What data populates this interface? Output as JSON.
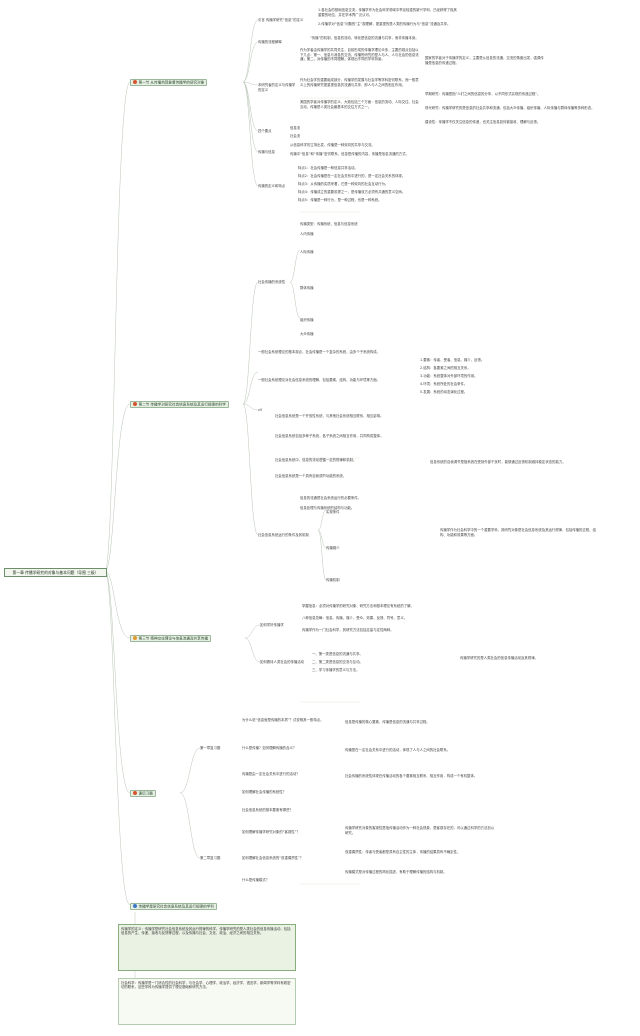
{
  "root": "第一章 传播学研究的对象与基本问题（导图 三级）",
  "sections": [
    {
      "label": "第一节 从传播热现象看传播学的研究对象",
      "color": "#d6552e"
    },
    {
      "label": "第二节 传播学对研究社会信息系统及其运行规律的科学",
      "color": "#d6552e"
    },
    {
      "label": "第三节 精神交往理论与信息流通及共享传播",
      "color": "#e39a2c"
    },
    {
      "label": "课后习题",
      "color": "#d6552e"
    },
    {
      "label": "传播学是研究社会信息系统及其运行规律的学科",
      "color": "#3a78c9"
    }
  ],
  "s1": {
    "a": "引言 传播学研究“信息”的定义",
    "a_notes": [
      "1.各社会的基础信息交流，传播学作为社会科学领域中举足轻重的新兴学科，已经获得了极其重要的地位，并在学术界广泛认可。",
      "2.传播学对“信息”问题的“主”观理解，更重视的是人类的传播行为与“信息”流通及共享。"
    ],
    "b": "传播的流程解释",
    "b_note": "“传播”的机制，信息的流动、转化是信息的流通与共享，而非传播本身。",
    "c": "本研究者的定义与传播学的定义",
    "c_notes": [
      "作为学者由传播学的共同关注，目前形成的传播学理论众多，主要的观点包括以下几点：第一、信息与消息的交流，传播所研究的是人与人、人与社会的信息流通；第二、对传播的不同理解，体现出不同的学科背景。",
      "作为社会学的重要组成部分，传播学的发展与社会学等学科密切联系，而一般意义上的传播研究更重视信息的流通与共享，即人与人之间的相互作用。",
      "美国的学者对传播学的定义，大致包括三个方面：信息的流动、人际交往、社会互动，传播是人类社会最基本的交往方式之一。"
    ],
    "c_side": "国家的学者对于传播学的定义，主要是从信息的流通、交流的角度出发，强调传播是信息的传递过程。",
    "c_side2": [
      "早期研究：传播是指“人们之间的信息的分享，以不同形式实现的传递过程”。",
      "现代研究：传播学研究的是信息的社会共享和流通，包括大众传播、组织传播、人际传播与群体传播等多种形态。",
      "建设性：传播学不仅关注信息的传递，也关注信息如何被接收、理解与反馈。"
    ],
    "d": "四个要点",
    "d_items": [
      "信息流",
      "社会流"
    ],
    "e": "传播与信息",
    "e_notes": [
      "从信息科学的立场出发，传播是一种双向的共享与交流。",
      "传播中“信息”和“传播”密切联系，信息是传播的内容，传播是信息流通的方式。"
    ],
    "f": "传播的定义和特点",
    "f_notes": [
      "特点1：社会传播是一种信息共享活动。",
      "特点2：社会传播是在一定社会关系中进行的，是一定社会关系的体现。",
      "特点3：从传播的实质来看，它是一种双向的社会互动行为。",
      "特点4：传播成立的重要前提之一，是传播双方必须有共通的意义空间。",
      "特点5：传播是一种行为，是一种过程，也是一种系统。"
    ]
  },
  "s2": {
    "a": "社会传播的系统性",
    "a_items": [
      "传播类型：传播系统，信息与信息系统",
      "人内传播",
      "人际传播",
      "群体传播",
      "组织传播",
      "大众传播"
    ],
    "b_notes": [
      "一般社会系统理论的基本观点，社会传播是一个复杂的系统，由多个子系统构成。",
      "一般社会系统理论对社会信息系统的理解，包括要素、结构、功能与环境等方面。"
    ],
    "b_side": [
      "1.要素：传者、受者、信息、媒介、反馈。",
      "2.结构：各要素之间的相互关系。",
      "3.功能：系统整体对外部环境的作用。",
      "4.环境：系统所处的社会条件。",
      "5.发展：系统的动态演化过程。"
    ],
    "c": "v5",
    "c_notes": [
      "社会信息系统是一个开放性系统，与其他社会系统相互联系、相互影响。",
      "社会信息系统包括多种子系统，各子系统之间相互作用，共同构成整体。",
      "社会信息系统中，信息的流动遵循一定的规律和机制。",
      "社会信息系统是一个具有自我调节功能的系统。"
    ],
    "c_side": "信息系统的自我调节是指系统在受到外部干扰时，能够通过反馈机制维持稳定状态的能力。",
    "d": "社会信息系统运行的条件及其机制",
    "d_items": [
      "信息的流通是社会系统运行的必要条件。",
      "信息处理与传播系统的结构与功能。"
    ],
    "d_sub": [
      "实现条件",
      "传播媒介",
      "传播机制"
    ],
    "d_note": "传播学作为社会科学中的一个重要学科，其研究对象是社会信息系统及其运行规律，包括传播的过程、结构、功能和效果等方面。"
  },
  "s3": {
    "a": "如何学好传播学",
    "a_notes": [
      "掌握信息：必须对传播学的研究对象、研究方法和基本理论有系统的了解。",
      "八种信息范畴：信息、传播、媒介、受众、效果、反馈、符号、意义。",
      "传播学作为一门社会科学，其研究方法包括定量与定性两种。"
    ],
    "b": "如何看待人类社会的传播活动",
    "b_notes": [
      "一、第一类是信息的流通与共享。",
      "二、第二类是信息的交流与互动。",
      "三、学习传播学的意义与方法。"
    ],
    "b_side": "传播学研究的是人类社会的信息传播活动及其规律。"
  },
  "s4": {
    "a": "第一章复习题",
    "a_items": [
      "为什么说“信息就是传播的本质”？试说明其一般特点。",
      "什么是传播？如何理解传播的含义？",
      "传播是由一定社会关系中进行的活动？",
      "如何理解社会传播的系统性？",
      "社会信息系统的基本要素有哪些？"
    ],
    "a_notes": [
      "信息是传播的核心要素，传播是信息的流通与共享过程。",
      "传播是在一定社会关系中进行的活动，体现了人与人之间的社会联系。",
      "社会传播的系统性体现在传播活动的各个要素相互联系、相互作用，构成一个有机整体。"
    ],
    "b": "第二章复习题",
    "b_items": [
      "如何理解传播学研究对象的“客观性”？",
      "如何理解社会信息系统的“双重偶然性”？",
      "什么是传播模式？"
    ],
    "b_notes": [
      "传播学研究对象的客观性是指传播活动作为一种社会现象，是客观存在的，可以通过科学的方法加以研究。",
      "双重偶然性：传者与受者都是具有自主性的主体，传播的结果具有不确定性。",
      "传播模式是对传播过程的简化描述，有助于理解传播的结构与机制。"
    ]
  },
  "s5": {
    "box1": "传播学的定义：传播学是研究社会信息系统及其运行规律的科学。传播学研究的是人类社会的信息传播活动，包括信息的产生、传递、接收与反馈等过程，以及传播与社会、文化、政治、经济之间的相互关系。",
    "box2": "社会科学：传播学是一门综合性的社会科学，与社会学、心理学、政治学、经济学、语言学、新闻学等学科有着密切的联系，这些学科为传播学提供了理论基础和研究方法。"
  }
}
